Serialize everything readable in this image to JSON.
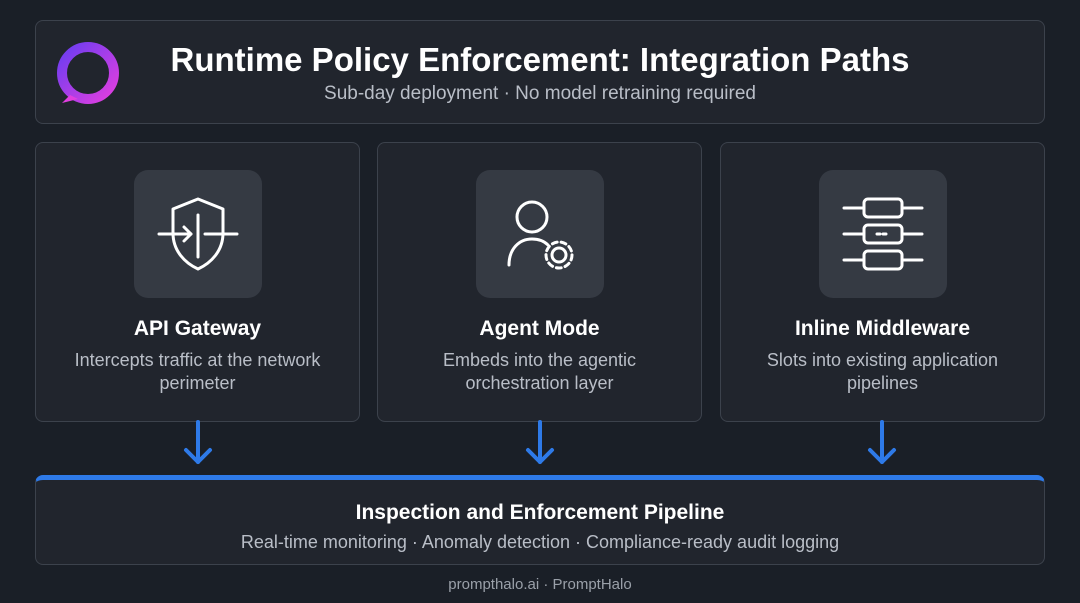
{
  "header": {
    "title": "Runtime Policy Enforcement: Integration Paths",
    "subtitle": "Sub-day deployment · No model retraining required",
    "logo_icon": "ring-logo-icon",
    "logo_colors": [
      "#6b3df0",
      "#e23ee0"
    ]
  },
  "cards": [
    {
      "icon": "shield-arrow-icon",
      "title": "API Gateway",
      "description": "Intercepts traffic at the network perimeter"
    },
    {
      "icon": "user-gear-icon",
      "title": "Agent Mode",
      "description": "Embeds into the agentic orchestration layer"
    },
    {
      "icon": "stacked-layers-icon",
      "title": "Inline Middleware",
      "description": "Slots into existing application pipelines"
    }
  ],
  "pipeline": {
    "title": "Inspection and Enforcement Pipeline",
    "subtitle": "Real-time monitoring · Anomaly detection · Compliance-ready audit logging",
    "accent_color": "#2e7ae8"
  },
  "footer": {
    "text": "prompthalo.ai · PromptHalo"
  }
}
